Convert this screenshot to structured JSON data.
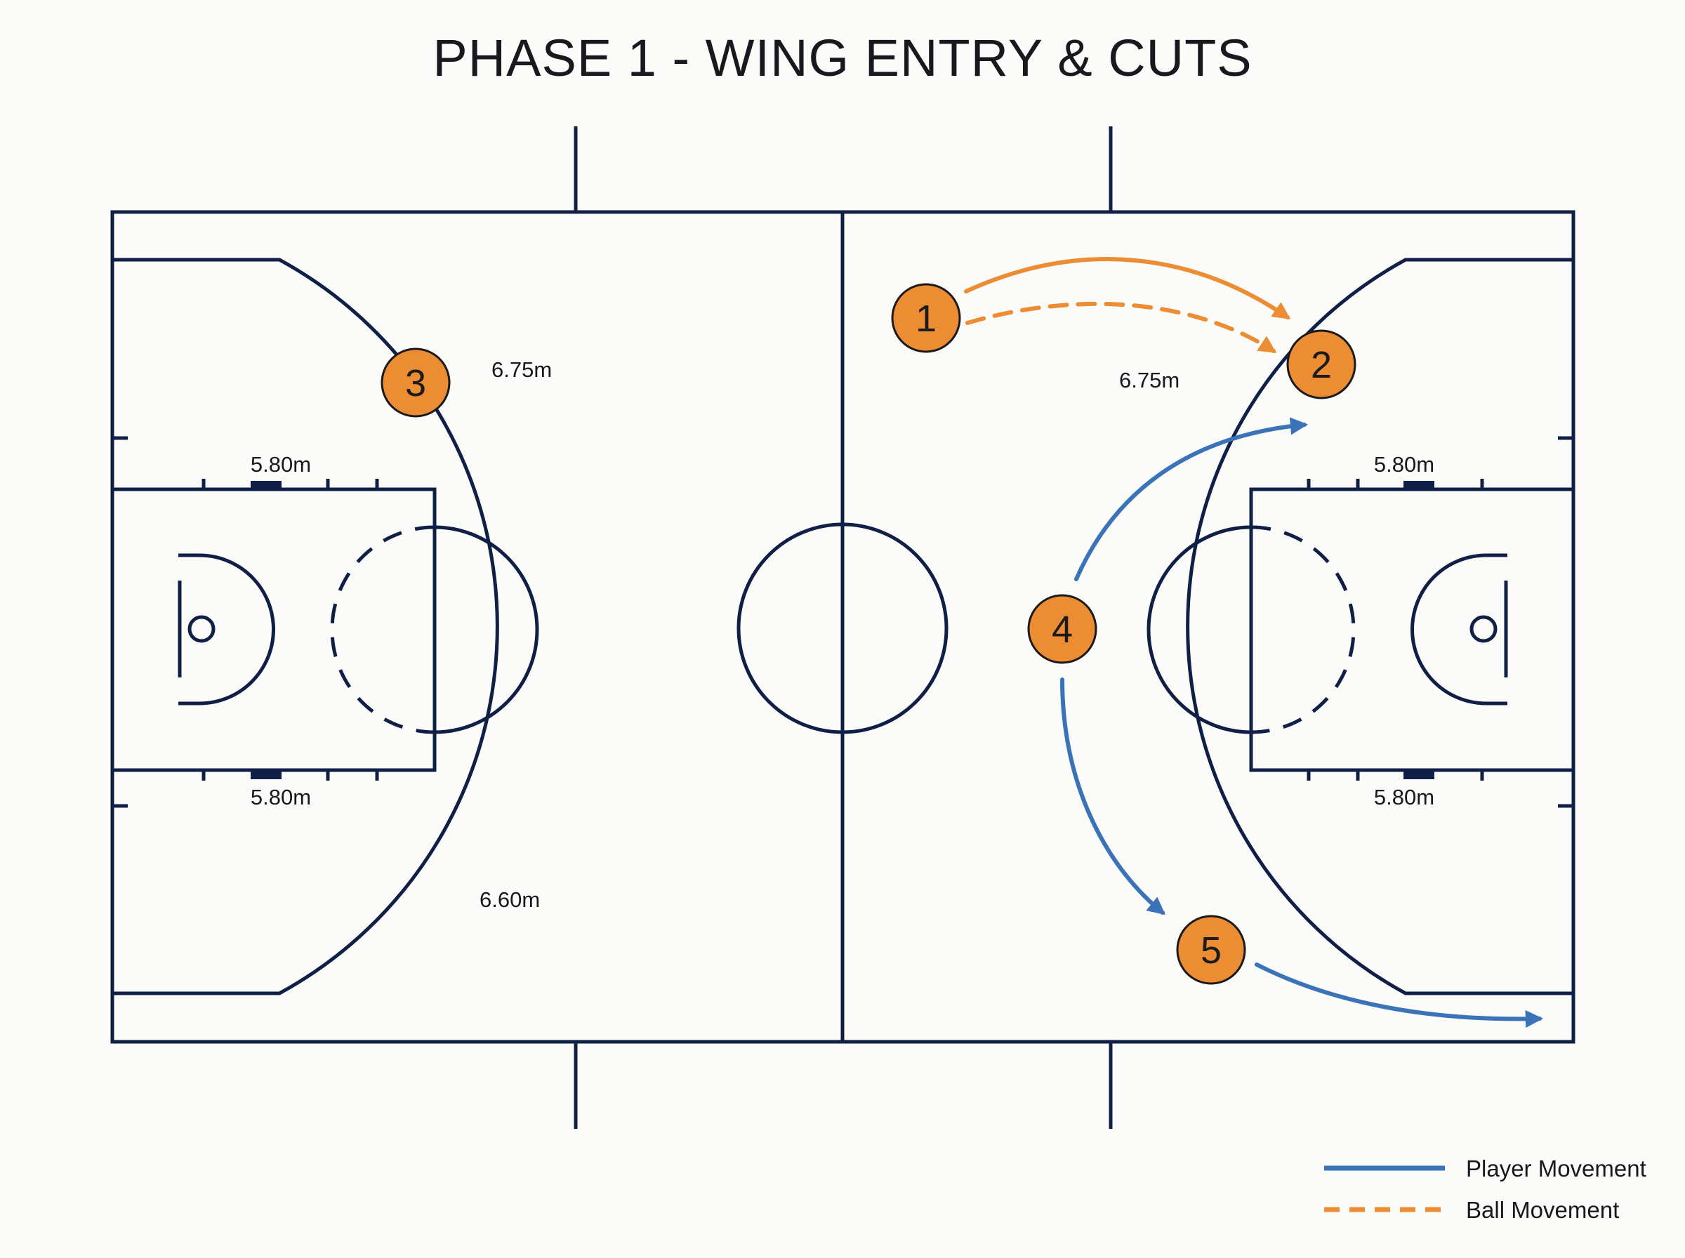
{
  "title": "PHASE 1 - WING ENTRY & CUTS",
  "colors": {
    "court_line": "#0f1f45",
    "player_fill": "#ec8c33",
    "player_stroke": "#1a1a1a",
    "player_movement": "#3b73b8",
    "ball_movement": "#ec8c33",
    "background": "#fbfbf9"
  },
  "measurements": {
    "left_three_point": "6.75m",
    "right_three_point": "6.75m",
    "left_key_top": "5.80m",
    "left_key_bottom": "5.80m",
    "right_key_top": "5.80m",
    "right_key_bottom": "5.80m",
    "left_arc_lower": "6.60m"
  },
  "players": [
    {
      "number": "1"
    },
    {
      "number": "2"
    },
    {
      "number": "3"
    },
    {
      "number": "4"
    },
    {
      "number": "5"
    }
  ],
  "legend": {
    "player_movement": "Player Movement",
    "ball_movement": "Ball Movement"
  }
}
